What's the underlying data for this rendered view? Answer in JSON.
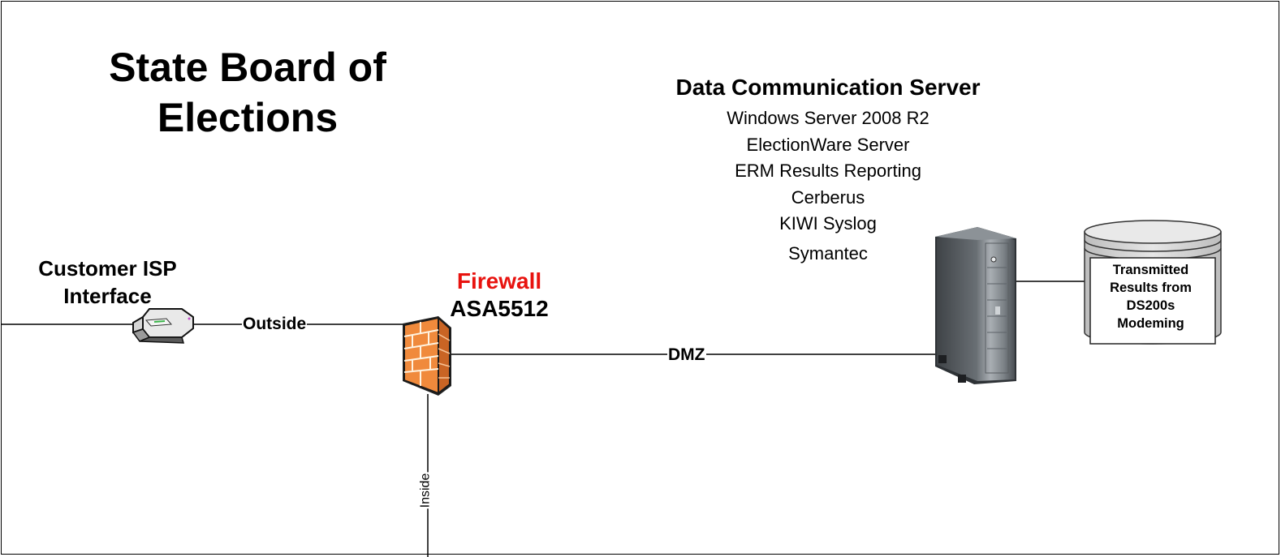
{
  "title": {
    "line1": "State Board of",
    "line2": "Elections"
  },
  "server": {
    "heading": "Data Communication Server",
    "software": [
      "Windows Server 2008 R2",
      "ElectionWare Server",
      "ERM Results Reporting",
      "Cerberus",
      "KIWI Syslog",
      "Symantec"
    ],
    "icon": "tower-server-icon"
  },
  "isp": {
    "line1": "Customer ISP",
    "line2": "Interface",
    "icon": "router-icon"
  },
  "firewall": {
    "name": "Firewall",
    "model": "ASA5512",
    "name_color": "#e8130f",
    "icon": "brick-firewall-icon",
    "brick_color": "#f08a3c"
  },
  "links": {
    "outside": "Outside",
    "dmz": "DMZ",
    "inside": "Inside"
  },
  "database": {
    "line1": "Transmitted",
    "line2": "Results from",
    "line3": "DS200s",
    "line4": "Modeming",
    "icon": "database-cylinder-icon",
    "fill_color": "#d4d4d4"
  }
}
